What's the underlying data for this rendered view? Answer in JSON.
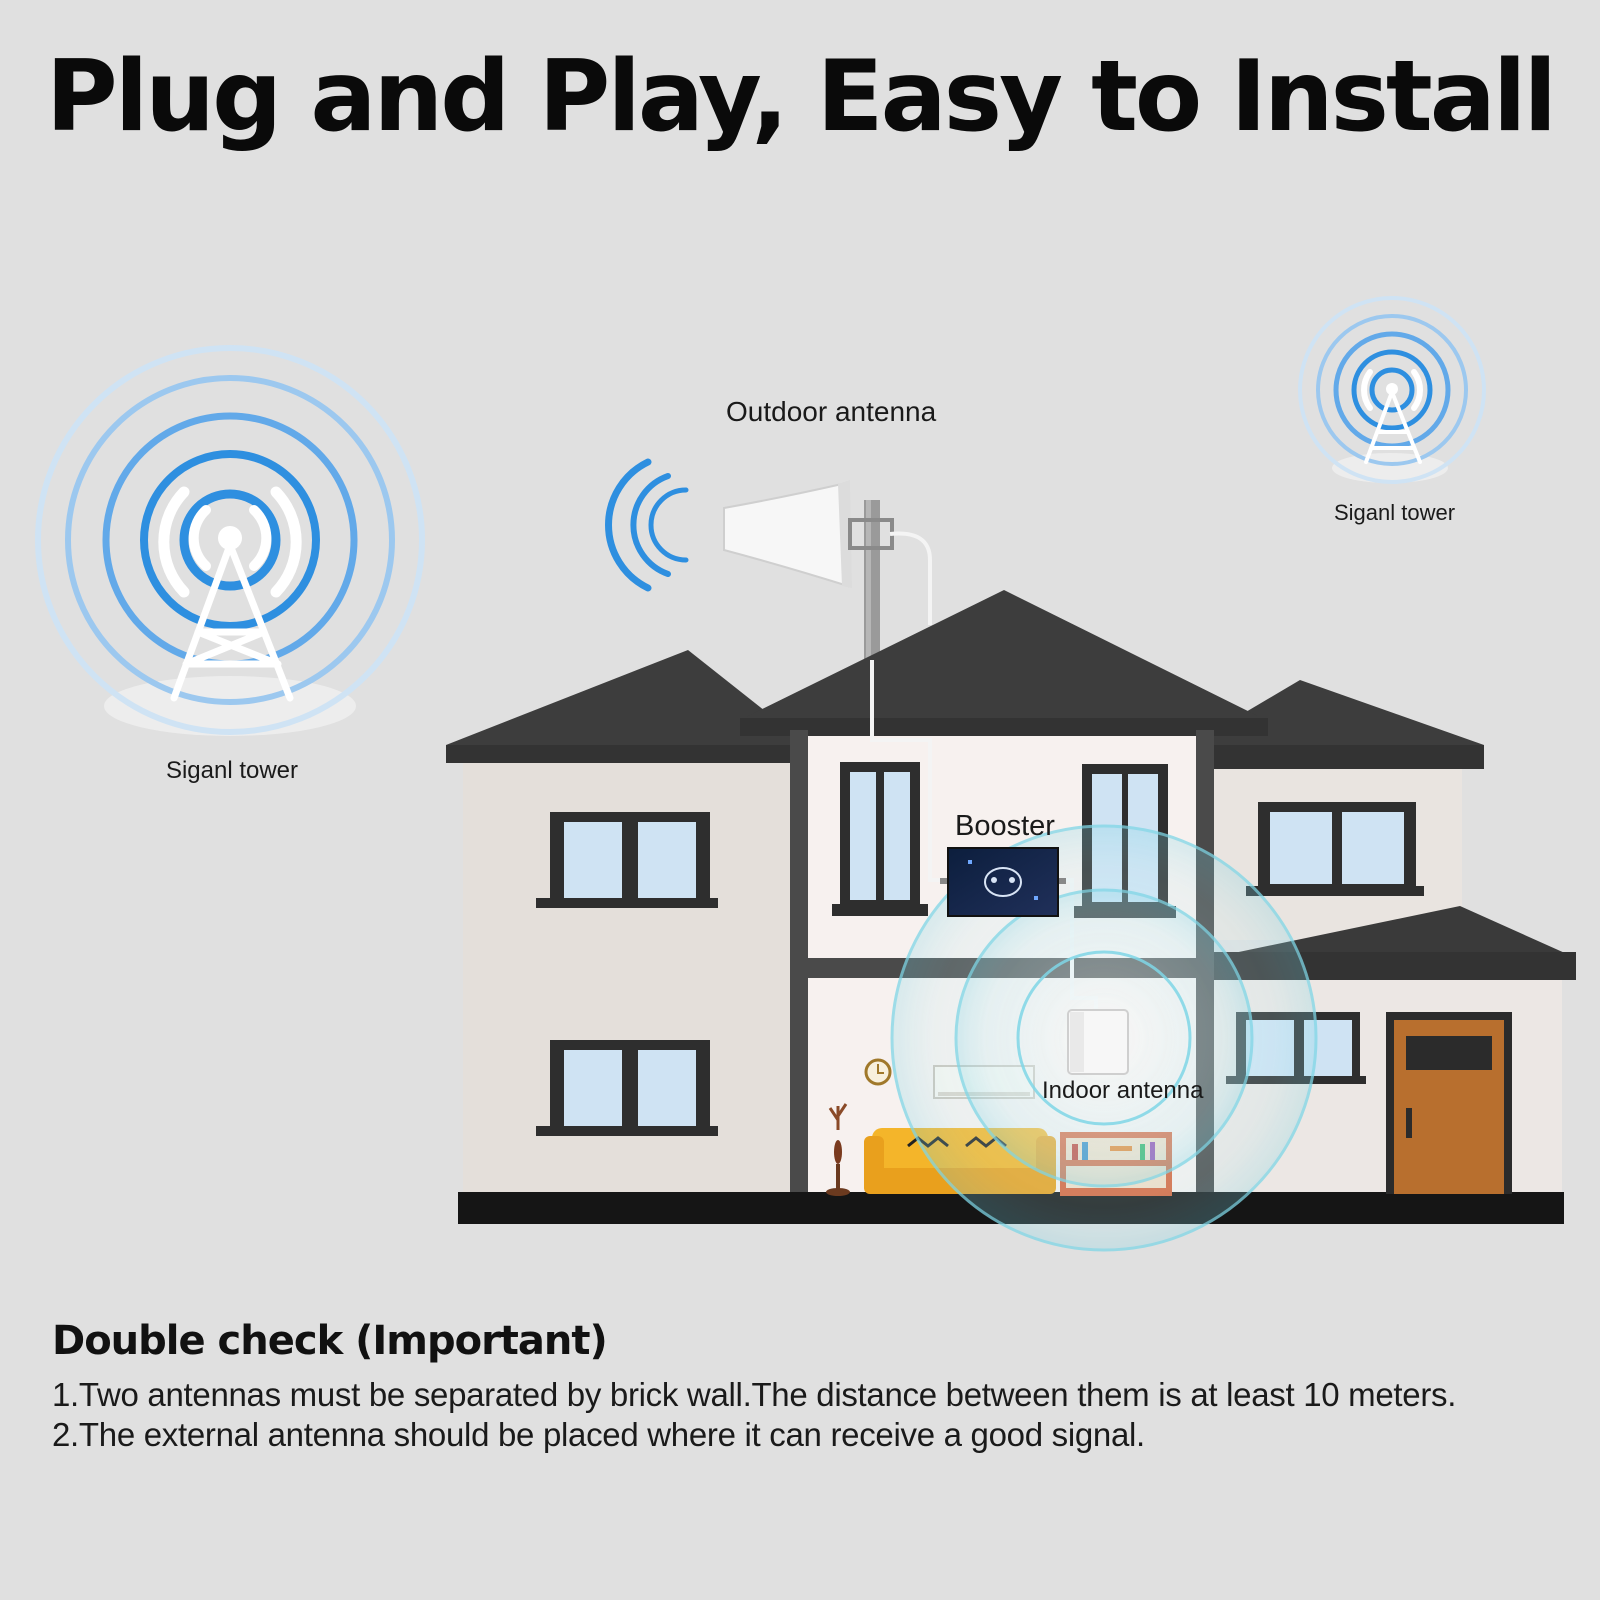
{
  "title": "Plug and Play, Easy to Install",
  "labels": {
    "outdoor_antenna": "Outdoor antenna",
    "signal_tower_left": "Siganl tower",
    "signal_tower_right": "Siganl tower",
    "booster": "Booster",
    "indoor_antenna": "Indoor antenna"
  },
  "notes": {
    "heading": "Double check (Important)",
    "items": [
      "1.Two antennas must be separated by brick wall.The distance between them is at least 10 meters.",
      "2.The external antenna should be placed where it can  receive a good signal."
    ]
  },
  "colors": {
    "background": "#e0e0e0",
    "roof": "#3b3b3b",
    "wall": "#e8e3df",
    "wall_front": "#f5f0ee",
    "window": "#cfe3f3",
    "frame": "#2e2e2e",
    "signal_blue": "#2e8fe0",
    "coverage_cyan": "#7fd6e6",
    "door": "#b86f2e",
    "sofa": "#f4b52a"
  },
  "icons": {
    "signal_tower_left": "cell-tower-icon",
    "signal_tower_right": "cell-tower-icon",
    "outdoor_antenna": "yagi-antenna-icon",
    "booster": "signal-booster-icon",
    "indoor_antenna": "panel-antenna-icon"
  }
}
